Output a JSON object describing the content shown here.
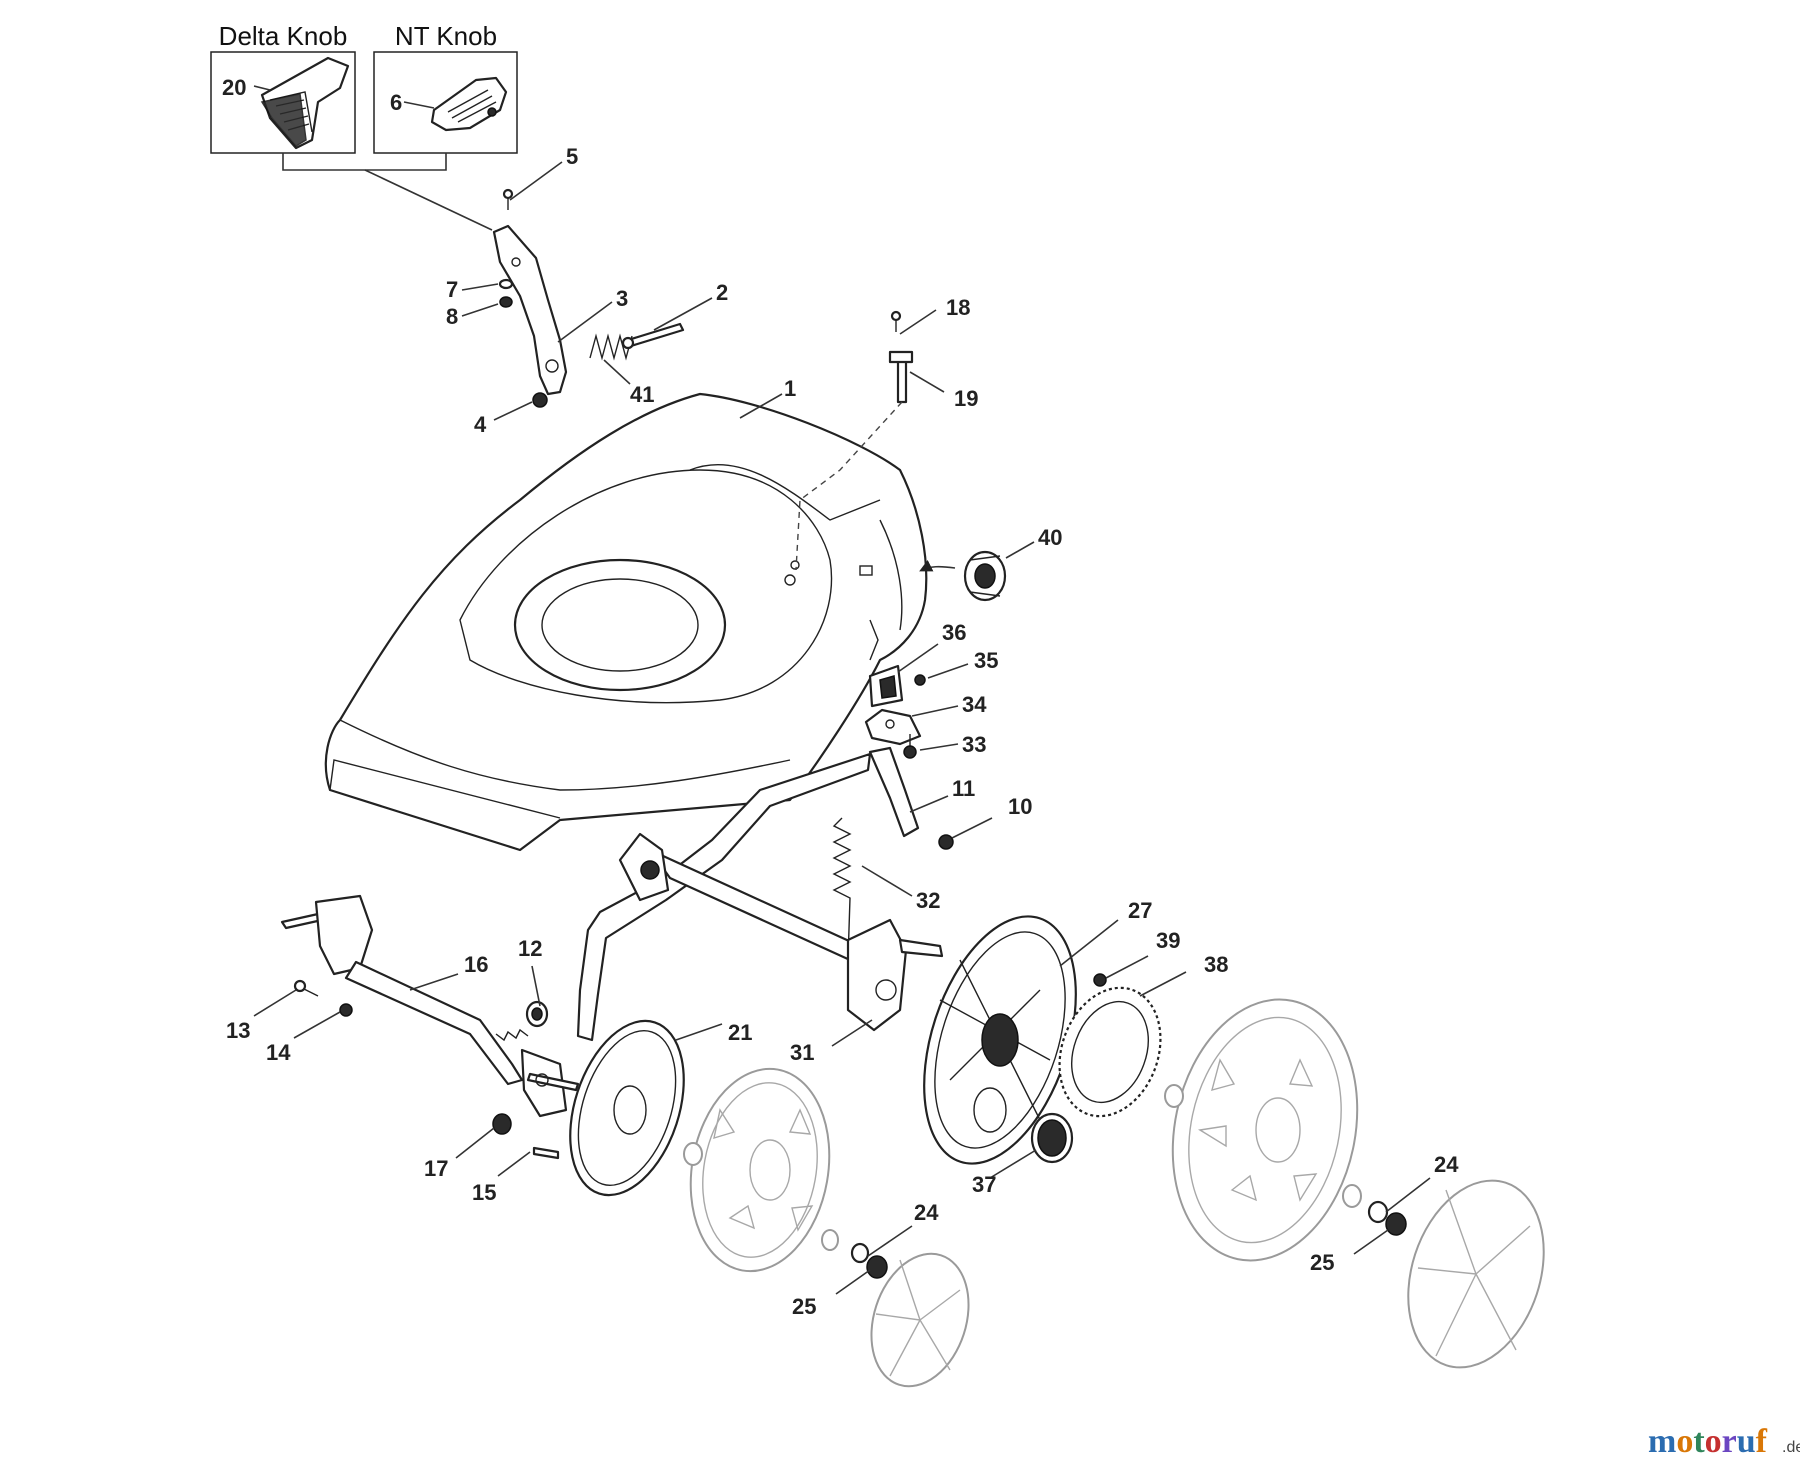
{
  "insets": {
    "delta_knob_title": "Delta Knob",
    "nt_knob_title": "NT Knob"
  },
  "callouts": {
    "c1": "1",
    "c2": "2",
    "c3": "3",
    "c4": "4",
    "c5": "5",
    "c6": "6",
    "c7": "7",
    "c8": "8",
    "c10": "10",
    "c11": "11",
    "c12": "12",
    "c13": "13",
    "c14": "14",
    "c15": "15",
    "c16": "16",
    "c17": "17",
    "c18": "18",
    "c19": "19",
    "c20": "20",
    "c21": "21",
    "c24a": "24",
    "c24b": "24",
    "c25a": "25",
    "c25b": "25",
    "c27": "27",
    "c31": "31",
    "c32": "32",
    "c33": "33",
    "c34": "34",
    "c35": "35",
    "c36": "36",
    "c37": "37",
    "c38": "38",
    "c39": "39",
    "c40": "40",
    "c41": "41"
  },
  "watermark": {
    "main": "motoruf",
    "suffix": ".de",
    "colors": [
      "#2b6cb0",
      "#d97706",
      "#2f855a",
      "#c53030",
      "#6b46c1",
      "#2b6cb0",
      "#d97706"
    ]
  }
}
